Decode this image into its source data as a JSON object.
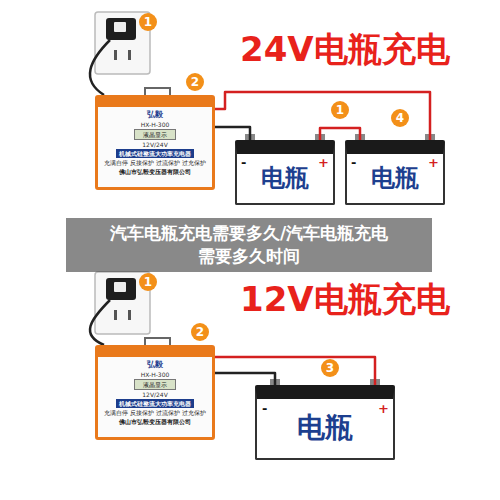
{
  "diagram": {
    "title": "汽车电瓶充电需要多久/汽车电瓶充电需要多久时间",
    "nodes": [
      {
        "text": [
          "弘毅",
          "HX-H-300",
          "液晶显示",
          "12V/24V",
          "机械式硅整流大功率充电器",
          "充满自停 反接保护 过流保护 过充保护",
          "佛山市弘毅变压器有限公司"
        ]
      },
      {
        "text": [
          "电瓶"
        ]
      },
      {
        "text": [
          "电瓶"
        ]
      },
      {
        "text": [
          "弘毅",
          "HX-H-300",
          "液晶显示",
          "12V/24V",
          "机械式硅整流大功率充电器",
          "充满自停 反接保护 过流保护 过充保护",
          "佛山市弘毅变压器有限公司"
        ]
      },
      {
        "text": [
          "电瓶"
        ]
      }
    ],
    "edges": [
      {
        "from": 0,
        "to": 1,
        "arrow": "none"
      },
      {
        "from": 0,
        "to": 2,
        "arrow": "none"
      },
      {
        "from": 1,
        "to": 2,
        "arrow": "none"
      },
      {
        "from": 3,
        "to": 4,
        "arrow": "none"
      },
      {
        "from": 3,
        "to": 4,
        "arrow": "none"
      }
    ],
    "labels": [
      "24V电瓶充电",
      "1",
      "2",
      "1",
      "4",
      "-",
      "+",
      "-",
      "+",
      "12V电瓶充电",
      "1",
      "2",
      "3",
      "-",
      "+"
    ]
  }
}
